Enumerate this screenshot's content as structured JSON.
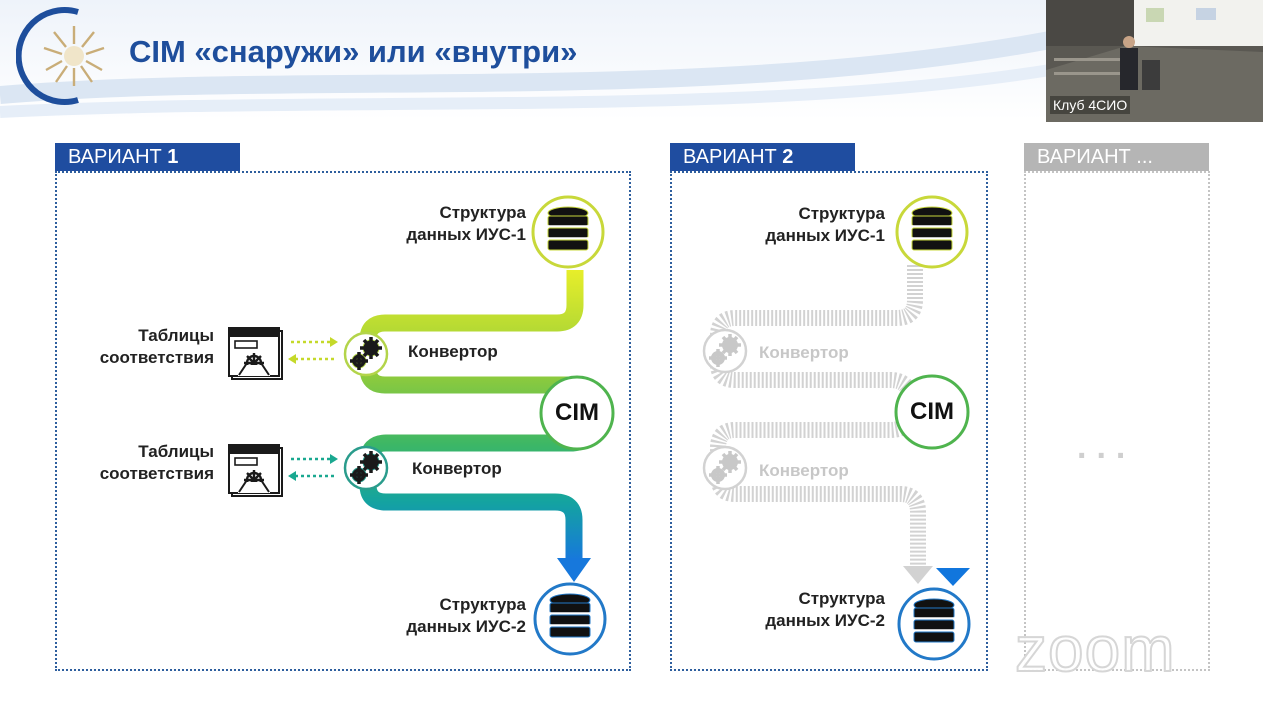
{
  "slide": {
    "title": "CIM «снаружи» или «внутри»"
  },
  "video_overlay": {
    "participant_name": "Клуб 4СИО"
  },
  "variants": [
    {
      "prefix": "ВАРИАНТ ",
      "suffix": "1",
      "color": "#1f4da0"
    },
    {
      "prefix": "ВАРИАНТ ",
      "suffix": "2",
      "color": "#1f4da0"
    },
    {
      "prefix": "ВАРИАНТ ",
      "suffix": "...",
      "color": "#b5b5b5"
    }
  ],
  "variant1": {
    "top_db_label": [
      "Структура",
      "данных ИУС-1"
    ],
    "converter_1": "Конвертор",
    "converter_2": "Конвертор",
    "mapping_table_1": [
      "Таблицы",
      "соответствия"
    ],
    "mapping_table_2": [
      "Таблицы",
      "соответствия"
    ],
    "cim": "CIM",
    "bottom_db_label": [
      "Структура",
      "данных ИУС-2"
    ]
  },
  "variant2": {
    "top_db_label": [
      "Структура",
      "данных ИУС-1"
    ],
    "converter_1": "Конвертор",
    "converter_2": "Конвертор",
    "cim": "CIM",
    "bottom_db_label": [
      "Структура",
      "данных ИУС-2"
    ]
  },
  "variant3": {
    "placeholder": "..."
  },
  "watermark": "zoom",
  "colors": {
    "title": "#1e4e9c",
    "flow_green": "#7bc143",
    "flow_teal": "#1fa98a",
    "flow_blue": "#1a7fd6",
    "flow_yellow": "#e3ea2a",
    "inactive": "#d0d0d0"
  }
}
